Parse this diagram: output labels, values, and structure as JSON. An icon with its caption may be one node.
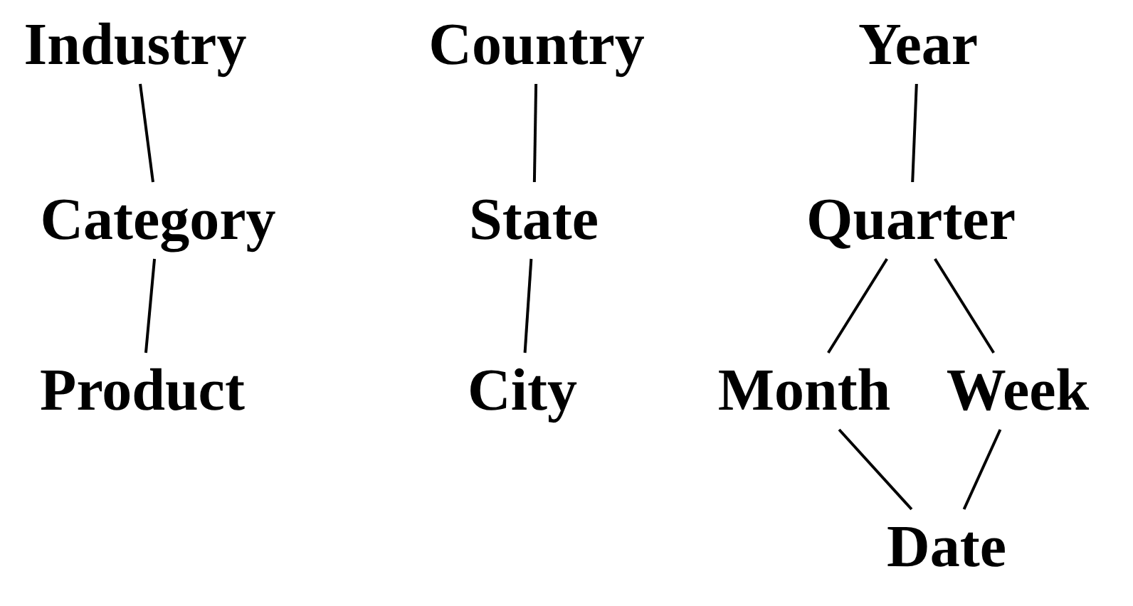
{
  "diagram": {
    "nodes": [
      {
        "text": [
          "Industry"
        ]
      },
      {
        "text": [
          "Country"
        ]
      },
      {
        "text": [
          "Year"
        ]
      },
      {
        "text": [
          "Category"
        ]
      },
      {
        "text": [
          "State"
        ]
      },
      {
        "text": [
          "Quarter"
        ]
      },
      {
        "text": [
          "Product"
        ]
      },
      {
        "text": [
          "City"
        ]
      },
      {
        "text": [
          "Month"
        ]
      },
      {
        "text": [
          "Week"
        ]
      },
      {
        "text": [
          "Date"
        ]
      }
    ],
    "edges": [
      {
        "from": 0,
        "to": 3,
        "arrow": "none"
      },
      {
        "from": 3,
        "to": 6,
        "arrow": "none"
      },
      {
        "from": 1,
        "to": 4,
        "arrow": "none"
      },
      {
        "from": 4,
        "to": 7,
        "arrow": "none"
      },
      {
        "from": 2,
        "to": 5,
        "arrow": "none"
      },
      {
        "from": 5,
        "to": 8,
        "arrow": "none"
      },
      {
        "from": 5,
        "to": 9,
        "arrow": "none"
      },
      {
        "from": 8,
        "to": 10,
        "arrow": "none"
      },
      {
        "from": 9,
        "to": 10,
        "arrow": "none"
      }
    ]
  }
}
